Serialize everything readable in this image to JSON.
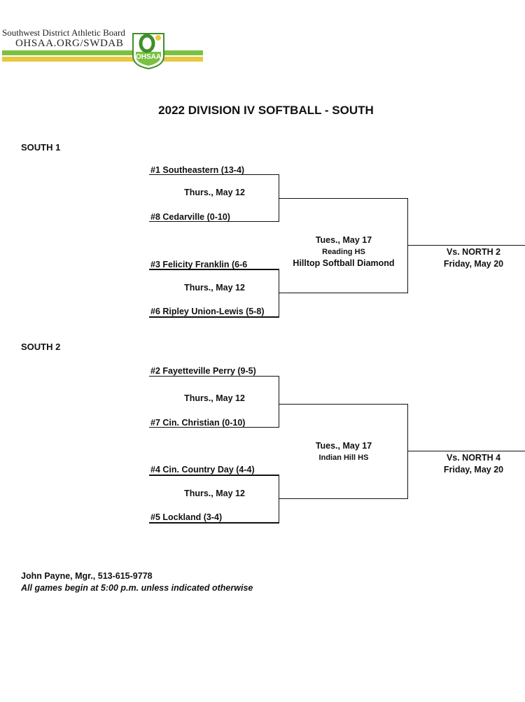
{
  "header": {
    "org_name": "Southwest District Athletic Board",
    "org_url": "OHSAA.ORG/SWDAB",
    "logo_text": "OHSAA",
    "colors": {
      "green": "#7ac142",
      "gold": "#e8c840",
      "dark_green": "#3f8f2a"
    }
  },
  "title": "2022 DIVISION IV SOFTBALL - SOUTH",
  "south1": {
    "label": "SOUTH 1",
    "team1": "#1 Southeastern (13-4)",
    "game1": "Thurs., May 12",
    "team2": "#8 Cedarville (0-10)",
    "team3": "#3 Felicity Franklin (6-6",
    "game2": "Thurs., May 12",
    "team4": "#6 Ripley Union-Lewis (5-8)",
    "semi_date": "Tues., May 17",
    "semi_site": "Reading HS",
    "semi_field": "Hilltop Softball Diamond",
    "final_opp": "Vs. NORTH 2",
    "final_date": "Friday, May 20"
  },
  "south2": {
    "label": "SOUTH 2",
    "team1": "#2 Fayetteville Perry (9-5)",
    "game1": "Thurs., May 12",
    "team2": "#7 Cin. Christian (0-10)",
    "team3": "#4 Cin. Country Day (4-4)",
    "game2": "Thurs., May 12",
    "team4": "#5 Lockland (3-4)",
    "semi_date": "Tues., May 17",
    "semi_site": "Indian Hill HS",
    "final_opp": "Vs. NORTH 4",
    "final_date": "Friday, May 20"
  },
  "footer": {
    "manager": "John Payne, Mgr., 513-615-9778",
    "note": "All games begin at 5:00 p.m. unless indicated otherwise"
  }
}
